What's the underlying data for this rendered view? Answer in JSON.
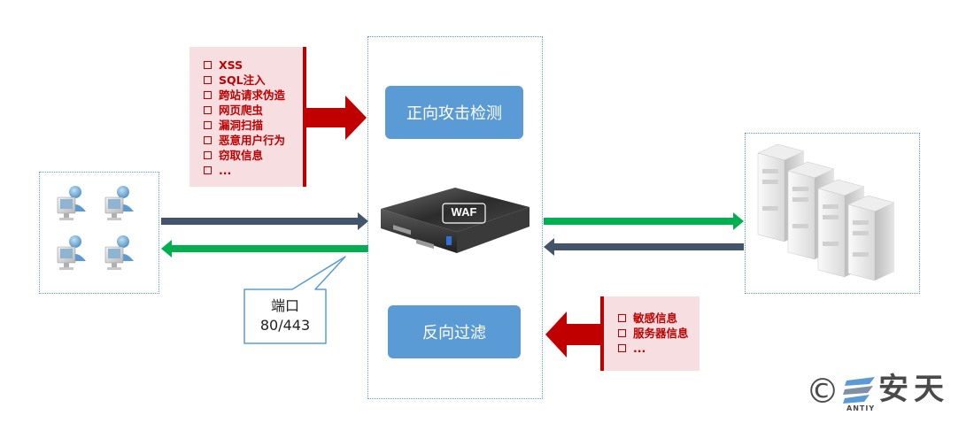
{
  "attack_list": {
    "items": [
      "XSS",
      "SQL注入",
      "跨站请求伪造",
      "网页爬虫",
      "漏洞扫描",
      "恶意用户行为",
      "窃取信息",
      "..."
    ]
  },
  "leak_list": {
    "items": [
      "敏感信息",
      "服务器信息",
      "..."
    ]
  },
  "waf": {
    "forward_label": "正向攻击检测",
    "reverse_label": "反向过滤",
    "device_label": "WAF"
  },
  "port_callout": {
    "line1": "端口",
    "line2": "80/443"
  },
  "logo": {
    "copyright_symbol": "©",
    "brand_cn": "安天",
    "brand_en": "ANTIY"
  },
  "colors": {
    "accent_blue": "#5b9bd5",
    "attack_red": "#c00000",
    "flow_dark": "#44546a",
    "flow_green": "#00b050",
    "threat_bg": "#f7dfe1"
  },
  "icons": {
    "clients": "user-workstation-icon",
    "servers": "server-rack-icon",
    "waf": "waf-appliance-icon"
  }
}
